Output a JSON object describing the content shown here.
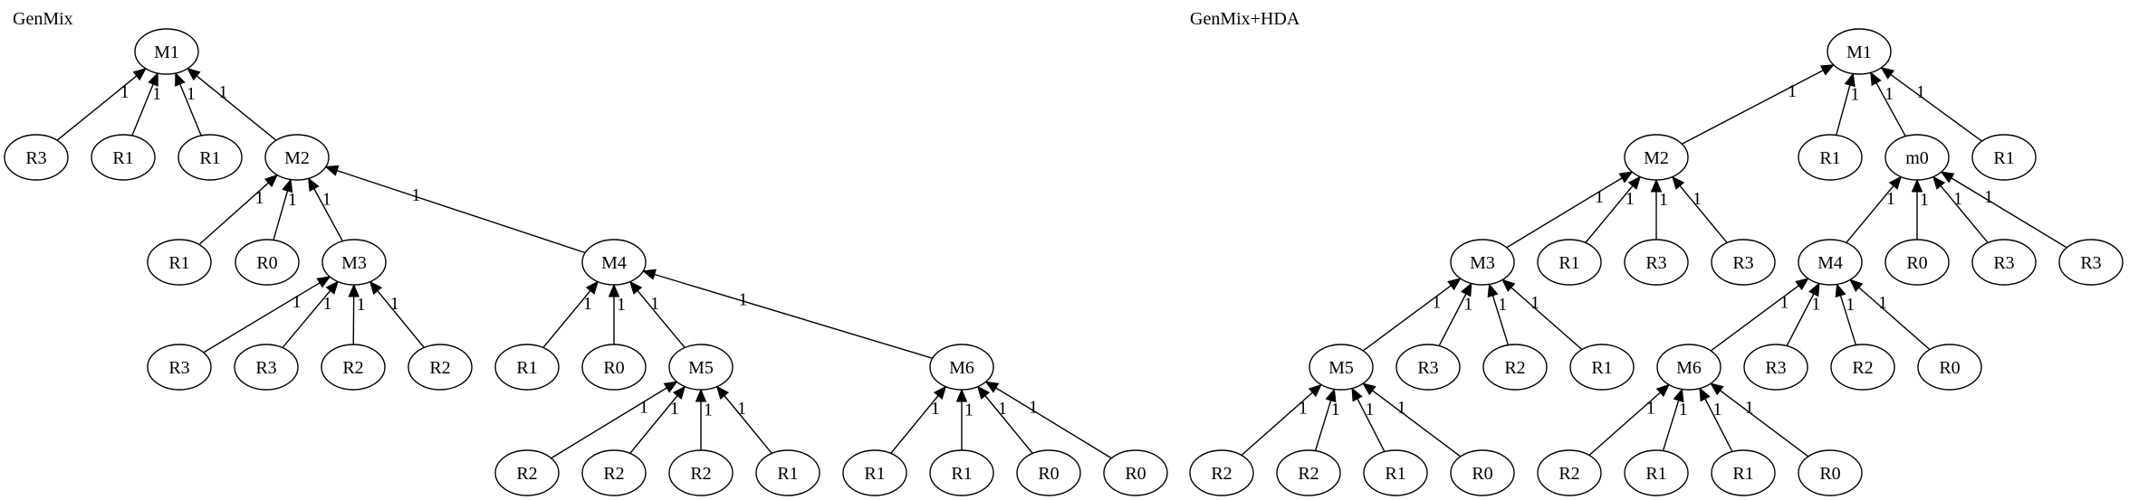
{
  "panels": [
    {
      "title": "GenMix",
      "nodes": [
        {
          "id": "a_M1",
          "label": "M1"
        },
        {
          "id": "a_R3",
          "label": "R3"
        },
        {
          "id": "a_R1a",
          "label": "R1"
        },
        {
          "id": "a_R1b",
          "label": "R1"
        },
        {
          "id": "a_M2",
          "label": "M2"
        },
        {
          "id": "a_R1c",
          "label": "R1"
        },
        {
          "id": "a_R0a",
          "label": "R0"
        },
        {
          "id": "a_M3",
          "label": "M3"
        },
        {
          "id": "a_M4",
          "label": "M4"
        },
        {
          "id": "a_R3b",
          "label": "R3"
        },
        {
          "id": "a_R3c",
          "label": "R3"
        },
        {
          "id": "a_R2a",
          "label": "R2"
        },
        {
          "id": "a_R2b",
          "label": "R2"
        },
        {
          "id": "a_R1d",
          "label": "R1"
        },
        {
          "id": "a_R0b",
          "label": "R0"
        },
        {
          "id": "a_M5",
          "label": "M5"
        },
        {
          "id": "a_M6",
          "label": "M6"
        },
        {
          "id": "a_R2c",
          "label": "R2"
        },
        {
          "id": "a_R2d",
          "label": "R2"
        },
        {
          "id": "a_R2e",
          "label": "R2"
        },
        {
          "id": "a_R1e",
          "label": "R1"
        },
        {
          "id": "a_R1f",
          "label": "R1"
        },
        {
          "id": "a_R1g",
          "label": "R1"
        },
        {
          "id": "a_R0c",
          "label": "R0"
        },
        {
          "id": "a_R0d",
          "label": "R0"
        }
      ],
      "edges": [
        {
          "from": "a_R3",
          "to": "a_M1",
          "label": "1"
        },
        {
          "from": "a_R1a",
          "to": "a_M1",
          "label": "1"
        },
        {
          "from": "a_R1b",
          "to": "a_M1",
          "label": "1"
        },
        {
          "from": "a_M2",
          "to": "a_M1",
          "label": "1"
        },
        {
          "from": "a_R1c",
          "to": "a_M2",
          "label": "1"
        },
        {
          "from": "a_R0a",
          "to": "a_M2",
          "label": "1"
        },
        {
          "from": "a_M3",
          "to": "a_M2",
          "label": "1"
        },
        {
          "from": "a_M4",
          "to": "a_M2",
          "label": "1"
        },
        {
          "from": "a_R3b",
          "to": "a_M3",
          "label": "1"
        },
        {
          "from": "a_R3c",
          "to": "a_M3",
          "label": "1"
        },
        {
          "from": "a_R2a",
          "to": "a_M3",
          "label": "1"
        },
        {
          "from": "a_R2b",
          "to": "a_M3",
          "label": "1"
        },
        {
          "from": "a_R1d",
          "to": "a_M4",
          "label": "1"
        },
        {
          "from": "a_R0b",
          "to": "a_M4",
          "label": "1"
        },
        {
          "from": "a_M5",
          "to": "a_M4",
          "label": "1"
        },
        {
          "from": "a_M6",
          "to": "a_M4",
          "label": "1"
        },
        {
          "from": "a_R2c",
          "to": "a_M5",
          "label": "1"
        },
        {
          "from": "a_R2d",
          "to": "a_M5",
          "label": "1"
        },
        {
          "from": "a_R2e",
          "to": "a_M5",
          "label": "1"
        },
        {
          "from": "a_R1e",
          "to": "a_M5",
          "label": "1"
        },
        {
          "from": "a_R1f",
          "to": "a_M6",
          "label": "1"
        },
        {
          "from": "a_R1g",
          "to": "a_M6",
          "label": "1"
        },
        {
          "from": "a_R0c",
          "to": "a_M6",
          "label": "1"
        },
        {
          "from": "a_R0d",
          "to": "a_M6",
          "label": "1"
        }
      ]
    },
    {
      "title": "GenMix+HDA",
      "nodes": [
        {
          "id": "b_M1",
          "label": "M1"
        },
        {
          "id": "b_M2",
          "label": "M2"
        },
        {
          "id": "b_R1a",
          "label": "R1"
        },
        {
          "id": "b_m0",
          "label": "m0"
        },
        {
          "id": "b_R1b",
          "label": "R1"
        },
        {
          "id": "b_M3",
          "label": "M3"
        },
        {
          "id": "b_R1c",
          "label": "R1"
        },
        {
          "id": "b_R3a",
          "label": "R3"
        },
        {
          "id": "b_R3b",
          "label": "R3"
        },
        {
          "id": "b_M4",
          "label": "M4"
        },
        {
          "id": "b_R0a",
          "label": "R0"
        },
        {
          "id": "b_R3c",
          "label": "R3"
        },
        {
          "id": "b_R3d",
          "label": "R3"
        },
        {
          "id": "b_M5",
          "label": "M5"
        },
        {
          "id": "b_R3e",
          "label": "R3"
        },
        {
          "id": "b_R2a",
          "label": "R2"
        },
        {
          "id": "b_R1d",
          "label": "R1"
        },
        {
          "id": "b_M6",
          "label": "M6"
        },
        {
          "id": "b_R3f",
          "label": "R3"
        },
        {
          "id": "b_R2b",
          "label": "R2"
        },
        {
          "id": "b_R0b",
          "label": "R0"
        },
        {
          "id": "b_R2c",
          "label": "R2"
        },
        {
          "id": "b_R2d",
          "label": "R2"
        },
        {
          "id": "b_R1e",
          "label": "R1"
        },
        {
          "id": "b_R0c",
          "label": "R0"
        },
        {
          "id": "b_R2e",
          "label": "R2"
        },
        {
          "id": "b_R1f",
          "label": "R1"
        },
        {
          "id": "b_R1g",
          "label": "R1"
        },
        {
          "id": "b_R0d",
          "label": "R0"
        }
      ],
      "edges": [
        {
          "from": "b_M2",
          "to": "b_M1",
          "label": "1"
        },
        {
          "from": "b_R1a",
          "to": "b_M1",
          "label": "1"
        },
        {
          "from": "b_m0",
          "to": "b_M1",
          "label": "1"
        },
        {
          "from": "b_R1b",
          "to": "b_M1",
          "label": "1"
        },
        {
          "from": "b_M3",
          "to": "b_M2",
          "label": "1"
        },
        {
          "from": "b_R1c",
          "to": "b_M2",
          "label": "1"
        },
        {
          "from": "b_R3a",
          "to": "b_M2",
          "label": "1"
        },
        {
          "from": "b_R3b",
          "to": "b_M2",
          "label": "1"
        },
        {
          "from": "b_M4",
          "to": "b_m0",
          "label": "1"
        },
        {
          "from": "b_R0a",
          "to": "b_m0",
          "label": "1"
        },
        {
          "from": "b_R3c",
          "to": "b_m0",
          "label": "1"
        },
        {
          "from": "b_R3d",
          "to": "b_m0",
          "label": "1"
        },
        {
          "from": "b_M5",
          "to": "b_M3",
          "label": "1"
        },
        {
          "from": "b_R3e",
          "to": "b_M3",
          "label": "1"
        },
        {
          "from": "b_R2a",
          "to": "b_M3",
          "label": "1"
        },
        {
          "from": "b_R1d",
          "to": "b_M3",
          "label": "1"
        },
        {
          "from": "b_M6",
          "to": "b_M4",
          "label": "1"
        },
        {
          "from": "b_R3f",
          "to": "b_M4",
          "label": "1"
        },
        {
          "from": "b_R2b",
          "to": "b_M4",
          "label": "1"
        },
        {
          "from": "b_R0b",
          "to": "b_M4",
          "label": "1"
        },
        {
          "from": "b_R2c",
          "to": "b_M5",
          "label": "1"
        },
        {
          "from": "b_R2d",
          "to": "b_M5",
          "label": "1"
        },
        {
          "from": "b_R1e",
          "to": "b_M5",
          "label": "1"
        },
        {
          "from": "b_R0c",
          "to": "b_M5",
          "label": "1"
        },
        {
          "from": "b_R2e",
          "to": "b_M6",
          "label": "1"
        },
        {
          "from": "b_R1f",
          "to": "b_M6",
          "label": "1"
        },
        {
          "from": "b_R1g",
          "to": "b_M6",
          "label": "1"
        },
        {
          "from": "b_R0d",
          "to": "b_M6",
          "label": "1"
        }
      ]
    }
  ]
}
